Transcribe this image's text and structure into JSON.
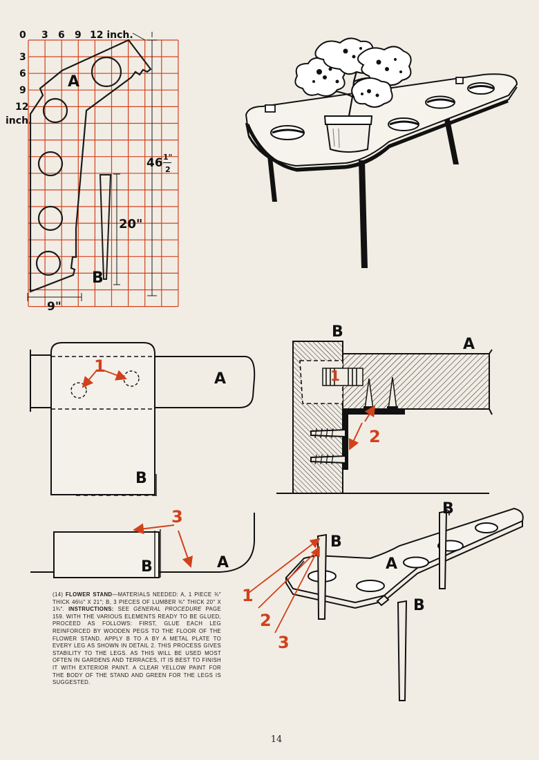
{
  "grid": {
    "x_labels": [
      "0",
      "3",
      "6",
      "9",
      "12 inch."
    ],
    "y_labels": [
      "3",
      "6",
      "9",
      "12",
      "inch."
    ],
    "part_a_label": "A",
    "part_b_label": "B",
    "dim_length": "46",
    "dim_length_frac_num": "1\"",
    "dim_length_frac_den": "2",
    "dim_leg": "20\"",
    "dim_width": "9\""
  },
  "detail1": {
    "label_a": "A",
    "label_b": "B",
    "callout": "1"
  },
  "detail2": {
    "label_a": "A",
    "label_b": "B",
    "callout_1": "1",
    "callout_2": "2"
  },
  "detail3": {
    "label_a": "A",
    "label_b": "B",
    "callout": "3"
  },
  "assembly": {
    "label_a": "A",
    "label_b_top": "B",
    "label_b_mid": "B",
    "label_b_bottom": "B",
    "step_1": "1",
    "step_2": "2",
    "step_3": "3"
  },
  "caption": {
    "number": "(14)",
    "title": "FLOWER STAND",
    "materials": "—MATERIALS NEEDED: A, 1 PIECE ¾″ THICK 46½″ x 21″; B, 3 PIECES OF LUMBER ¾″ THICK 20″ x 1¾″.",
    "instructions_label": "INSTRUCTIONS:",
    "instructions_pre": " SEE ",
    "instructions_ref": "GENERAL PROCEDURE",
    "instructions_body": " PAGE 159. WITH THE VARIOUS ELEMENTS READY TO BE GLUED, PROCEED AS FOLLOWS: FIRST, GLUE EACH LEG REINFORCED BY WOODEN PEGS TO THE FLOOR OF THE FLOWER STAND. APPLY B TO A BY A METAL PLATE TO EVERY LEG AS SHOWN IN DETAIL 2. THIS PROCESS GIVES STABILITY TO THE LEGS. AS THIS WILL BE USED MOST OFTEN IN GARDENS AND TERRACES, IT IS BEST TO FINISH IT WITH EXTERIOR PAINT. A CLEAR YELLOW PAINT FOR THE BODY OF THE STAND AND GREEN FOR THE LEGS IS SUGGESTED."
  },
  "page_number": "14",
  "colors": {
    "grid": "#d2401c",
    "ink": "#111111",
    "paper": "#f1ede4",
    "accent": "#d2401c"
  }
}
